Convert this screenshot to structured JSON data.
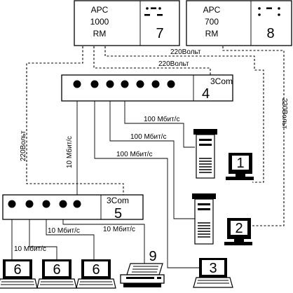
{
  "ups": [
    {
      "id": "ups-1",
      "model_line1": "APC",
      "model_line2": "1000",
      "model_line3": "RM",
      "number": "7"
    },
    {
      "id": "ups-2",
      "model_line1": "APC",
      "model_line2": "700",
      "model_line3": "RM",
      "number": "8"
    }
  ],
  "switches": [
    {
      "id": "switch-4",
      "brand": "3Com",
      "number": "4"
    },
    {
      "id": "switch-5",
      "brand": "3Com",
      "number": "5"
    }
  ],
  "nodes": {
    "pc1": "1",
    "pc2": "2",
    "laptop3": "3",
    "laptop6a": "6",
    "laptop6b": "6",
    "laptop6c": "6",
    "printer9": "9"
  },
  "link_labels": {
    "power_1": "220Вольт",
    "power_2": "220Вольт",
    "power_left": "220Вольт",
    "power_right": "220Вольт",
    "uplink": "10 Мбит/с",
    "sw4_link1": "100 Мбит/с",
    "sw4_link2": "100 Мбит/с",
    "sw4_link3": "100 Мбит/с",
    "sw5_link1": "10 Мбит/с",
    "sw5_link2": "10 Мбит/с",
    "sw5_link3": "10 Мбит/с"
  }
}
